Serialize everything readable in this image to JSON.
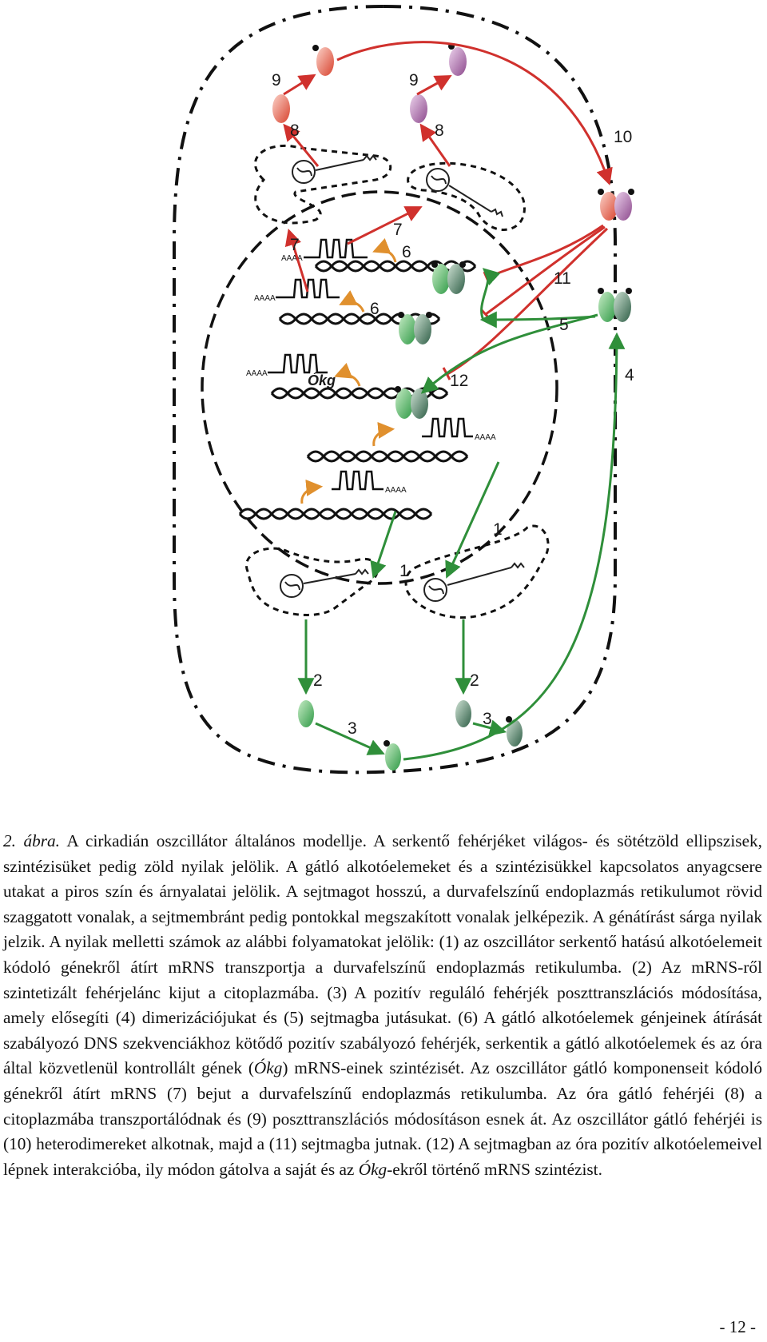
{
  "figure": {
    "labels": {
      "n1": "1",
      "n2": "2",
      "n3": "3",
      "n4": "4",
      "n5": "5",
      "n6": "6",
      "n7": "7",
      "n8": "8",
      "n9": "9",
      "n10": "10",
      "n11": "11",
      "n12": "12",
      "okg": "Ókg",
      "polyA": "AAAA"
    },
    "colors": {
      "red": "#d0312d",
      "green": "#2f8f3a",
      "orange": "#e0902e",
      "light_green": "#6cbf6a",
      "dark_green": "#2a6e45",
      "salmon": "#e8705a",
      "purple": "#b071b0"
    }
  },
  "caption": {
    "figure_no": "2. ábra.",
    "p1": " A cirkadián oszcillátor általános modellje. A serkentő fehérjéket világos- és sötétzöld ellipszisek, szintézisüket pedig zöld nyilak jelölik. A gátló alkotóelemeket és a szintézisükkel kapcsolatos anyagcsere utakat a piros szín és árnyalatai jelölik. A sejtmagot hosszú, a durvafelszínű endoplazmás retikulumot rövid szaggatott vonalak, a sejtmembránt pedig pontokkal megszakított vonalak jelképezik. A génátírást sárga nyilak jelzik. A nyilak melletti számok az alábbi folyamatokat jelölik: (1) az oszcillátor serkentő hatású alkotóelemeit kódoló génekről átírt mRNS transzportja a durvafelszínű endoplazmás retikulumba. (2) Az mRNS-ről szintetizált fehérjelánc kijut a citoplazmába. (3) A pozitív reguláló fehérjék poszttranszlációs módosítása, amely elősegíti (4) dimerizációjukat és (5) sejtmagba jutásukat. (6) A gátló alkotóelemek génjeinek átírását szabályozó DNS szekvenciákhoz kötődő pozitív szabályozó fehérjék, serkentik a gátló alkotóelemek és az óra által közvetlenül kontrollált gének (",
    "okg_1": "Ókg",
    "p2": ") mRNS-einek szintézisét. Az oszcillátor gátló komponenseit kódoló génekről átírt mRNS (7) bejut a durvafelszínű endoplazmás retikulumba. Az óra gátló fehérjéi (8) a citoplazmába transzportálódnak és (9) poszttranszlációs módosításon esnek át. Az oszcillátor gátló fehérjéi is (10) heterodimereket alkotnak, majd a (11) sejtmagba jutnak. (12) A sejtmagban az óra pozitív alkotóelemeivel lépnek interakcióba, ily módon gátolva a saját és az ",
    "okg_2": "Ókg",
    "p3": "-ekről történő mRNS szintézist."
  },
  "page_number": "- 12 -"
}
